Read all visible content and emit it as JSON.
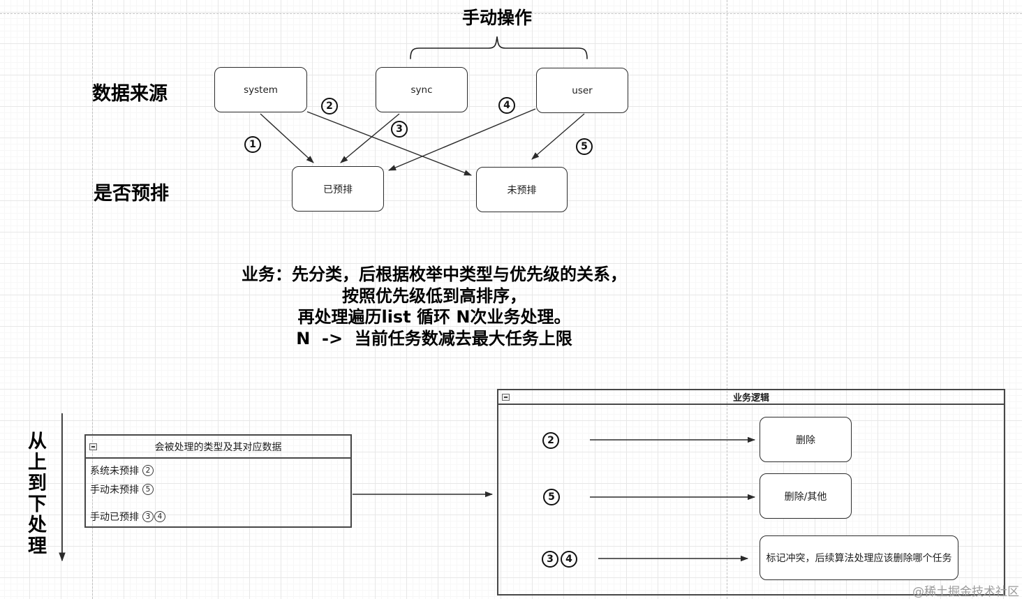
{
  "header": {
    "title": "手动操作"
  },
  "labels": {
    "data_source": "数据来源",
    "is_prearranged": "是否预排",
    "process_order": "从上到下处理"
  },
  "nodes": {
    "system": "system",
    "sync": "sync",
    "user": "user",
    "prearranged": "已预排",
    "not_prearranged": "未预排"
  },
  "edges": [
    {
      "num": "1",
      "from": "system",
      "to": "prearranged"
    },
    {
      "num": "2",
      "from": "system",
      "to": "not_prearranged"
    },
    {
      "num": "3",
      "from": "sync",
      "to": "prearranged"
    },
    {
      "num": "4",
      "from": "user",
      "to": "prearranged"
    },
    {
      "num": "5",
      "from": "user",
      "to": "not_prearranged"
    }
  ],
  "note": {
    "lines": [
      "业务：先分类，后根据枚举中类型与优先级的关系，",
      "按照优先级低到高排序，",
      "再处理遍历list 循环 N次业务处理。",
      "N  ->  当前任务数减去最大任务上限"
    ]
  },
  "type_table": {
    "title": "会被处理的类型及其对应数据",
    "rows": [
      {
        "label": "系统未预排",
        "nums": [
          "2"
        ]
      },
      {
        "label": "手动未预排",
        "nums": [
          "5"
        ]
      },
      {
        "label": "手动已预排",
        "nums": [
          "3",
          "4"
        ]
      }
    ]
  },
  "logic_panel": {
    "title": "业务逻辑",
    "rows": [
      {
        "nums": [
          "2"
        ],
        "action": "删除"
      },
      {
        "nums": [
          "5"
        ],
        "action": "删除/其他"
      },
      {
        "nums": [
          "3",
          "4"
        ],
        "action": "标记冲突，后续算法处理应该删除哪个任务"
      }
    ]
  },
  "watermark": "@稀土掘金技术社区"
}
